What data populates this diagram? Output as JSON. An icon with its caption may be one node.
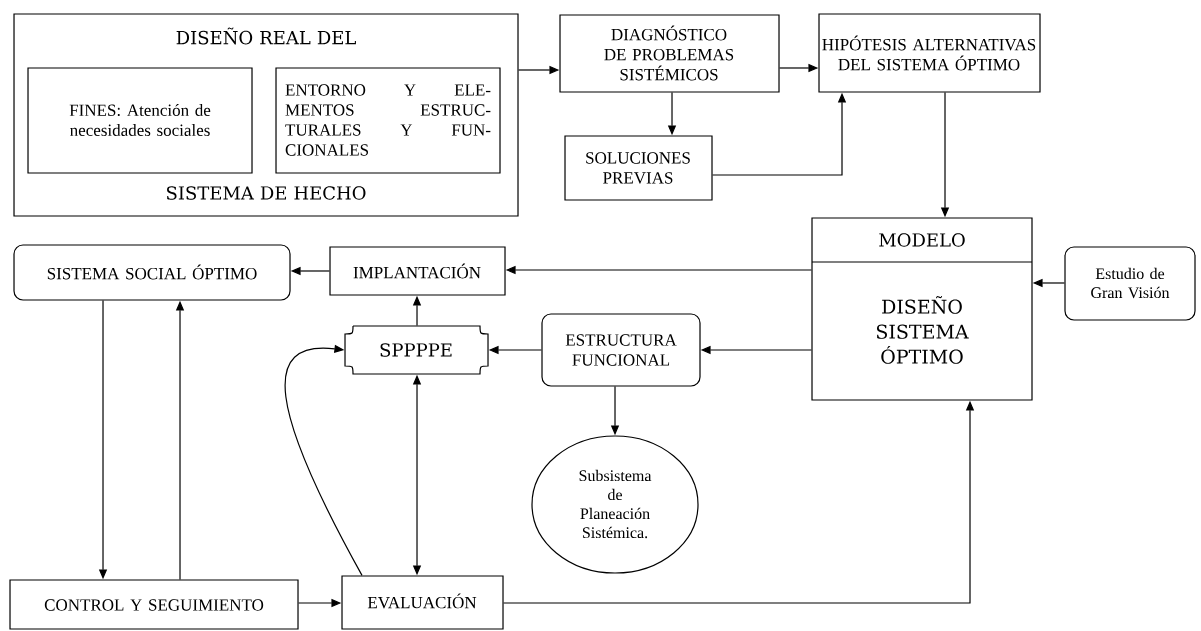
{
  "diagram": {
    "nodes": [
      {
        "text": [
          "DISEÑO REAL DEL",
          "SISTEMA DE HECHO"
        ]
      },
      {
        "text": [
          "FINES: Atención de necesidades sociales"
        ],
        "in": 0
      },
      {
        "text": [
          "ENTORNO Y ELE- MENTOS ESTRUC- TURALES Y FUN- CIONALES"
        ],
        "in": 0
      },
      {
        "text": [
          "DIAGNÓSTICO DE PROBLEMAS SISTÉMICOS"
        ]
      },
      {
        "text": [
          "HIPÓTESIS ALTERNATIVAS DEL SISTEMA ÓPTIMO"
        ]
      },
      {
        "text": [
          "SOLUCIONES PREVIAS"
        ]
      },
      {
        "text": [
          "MODELO",
          "DISEÑO SISTEMA ÓPTIMO"
        ]
      },
      {
        "text": [
          "Estudio de Gran Visión"
        ]
      },
      {
        "text": [
          "SISTEMA SOCIAL ÓPTIMO"
        ]
      },
      {
        "text": [
          "IMPLANTACIÓN"
        ]
      },
      {
        "text": [
          "SPPPPE"
        ]
      },
      {
        "text": [
          "ESTRUCTURA FUNCIONAL"
        ]
      },
      {
        "text": [
          "Subsistema de Planeación Sistémica."
        ]
      },
      {
        "text": [
          "CONTROL Y SEGUIMIENTO"
        ]
      },
      {
        "text": [
          "EVALUACIÓN"
        ]
      }
    ],
    "edges": [
      {
        "from": 0,
        "to": 3,
        "arrow": "to"
      },
      {
        "from": 3,
        "to": 4,
        "arrow": "to"
      },
      {
        "from": 3,
        "to": 5,
        "arrow": "to"
      },
      {
        "from": 5,
        "to": 4,
        "arrow": "to"
      },
      {
        "from": 4,
        "to": 6,
        "arrow": "to"
      },
      {
        "from": 7,
        "to": 6,
        "arrow": "to"
      },
      {
        "from": 6,
        "to": 9,
        "arrow": "to"
      },
      {
        "from": 6,
        "to": 11,
        "arrow": "to"
      },
      {
        "from": 9,
        "to": 8,
        "arrow": "to"
      },
      {
        "from": 10,
        "to": 9,
        "arrow": "to"
      },
      {
        "from": 11,
        "to": 10,
        "arrow": "to"
      },
      {
        "from": 11,
        "to": 12,
        "arrow": "to"
      },
      {
        "from": 8,
        "to": 13,
        "arrow": "to"
      },
      {
        "from": 13,
        "to": 8,
        "arrow": "to"
      },
      {
        "from": 13,
        "to": 14,
        "arrow": "to"
      },
      {
        "from": 14,
        "to": 10,
        "arrow": "both"
      },
      {
        "from": 14,
        "to": 10,
        "arrow": "to"
      },
      {
        "from": 14,
        "to": 6,
        "arrow": "to"
      }
    ]
  }
}
